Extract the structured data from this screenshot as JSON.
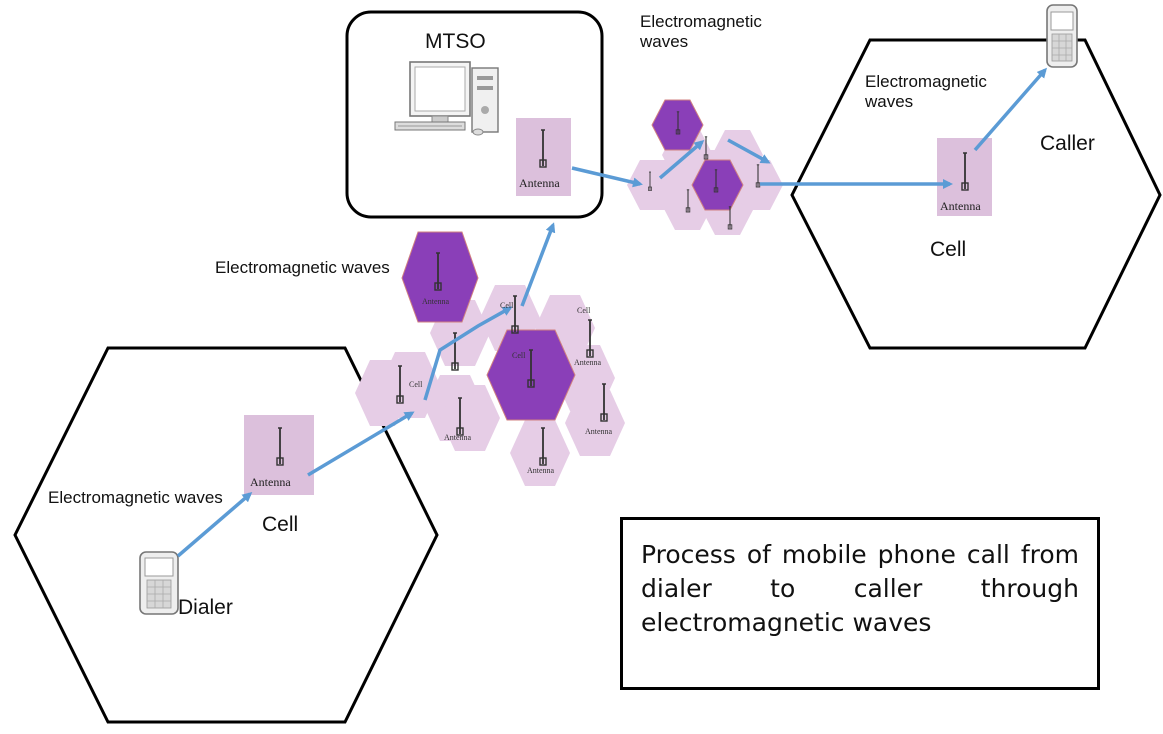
{
  "labels": {
    "mtso": "MTSO",
    "em_top": "Electromagnetic waves",
    "em_right": "Electromagnetic waves",
    "em_mid": "Electromagnetic waves",
    "em_left": "Electromagnetic waves",
    "caller": "Caller",
    "dialer": "Dialer",
    "cell_right": "Cell",
    "cell_left": "Cell",
    "antenna": "Antenna",
    "cell_small": "Cell"
  },
  "caption": "Process of mobile phone call from dialer to caller through electromagnetic waves",
  "colors": {
    "outline": "#000000",
    "arrow": "#5b9bd5",
    "cell_fill": "#e6cde6",
    "cell_active": "#8a3fb8",
    "antenna_box": "#dcc0dc"
  }
}
